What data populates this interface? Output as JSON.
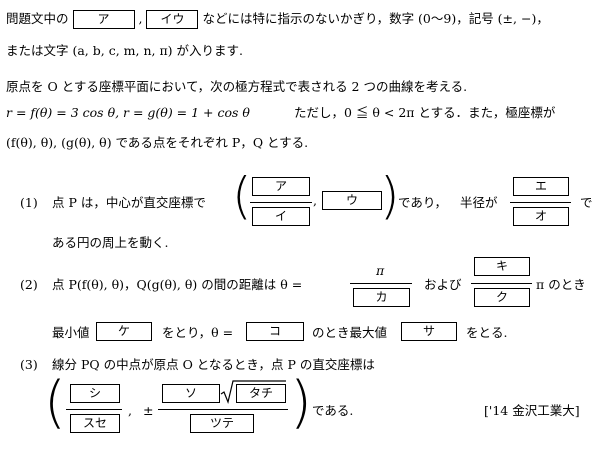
{
  "intro": {
    "p1": "問題文中の",
    "box_a": "ア",
    "comma": ",",
    "box_iu": "イウ",
    "p2": "などには特に指示のないかぎり，数字 (0〜9)，記号 (±, −)，",
    "p3": "または文字 (a, b, c, m, n, π) が入ります."
  },
  "problem": {
    "l1": "原点を O とする座標平面において，次の極方程式で表される 2 つの曲線を考える.",
    "l2a": "r = f(θ) = 3 cos θ,  r = g(θ) = 1 + cos θ",
    "l2b": "ただし，0 ≦ θ < 2π とする．また，極座標が",
    "l3": "(f(θ), θ),  (g(θ), θ) である点をそれぞれ P，Q とする."
  },
  "q1": {
    "num": "(1)",
    "text1": "点 P は，中心が直交座標で",
    "box_a": "ア",
    "box_i": "イ",
    "comma": ",",
    "box_u": "ウ",
    "text2": "であり，",
    "text3": "半径が",
    "box_e": "エ",
    "box_o": "オ",
    "text4": "で",
    "text5": "ある円の周上を動く."
  },
  "q2": {
    "num": "(2)",
    "text1": "点 P(f(θ), θ)，Q(g(θ), θ) の間の距離は θ =",
    "pi": "π",
    "box_ka": "カ",
    "text2": "および",
    "box_ki": "キ",
    "box_ku": "ク",
    "text3": "π のとき",
    "text4": "最小値",
    "box_ke": "ケ",
    "text5": "をとり，θ =",
    "box_ko": "コ",
    "text6": "のとき最大値",
    "box_sa": "サ",
    "text7": "をとる."
  },
  "q3": {
    "num": "(3)",
    "text1": "線分 PQ の中点が原点 O となるとき，点 P の直交座標は",
    "box_shi": "シ",
    "box_suse": "スセ",
    "comma": ",",
    "pm": "±",
    "box_so": "ソ",
    "box_tachi": "タチ",
    "box_tsute": "ツテ",
    "text2": "である.",
    "source": "['14 金沢工業大]"
  }
}
